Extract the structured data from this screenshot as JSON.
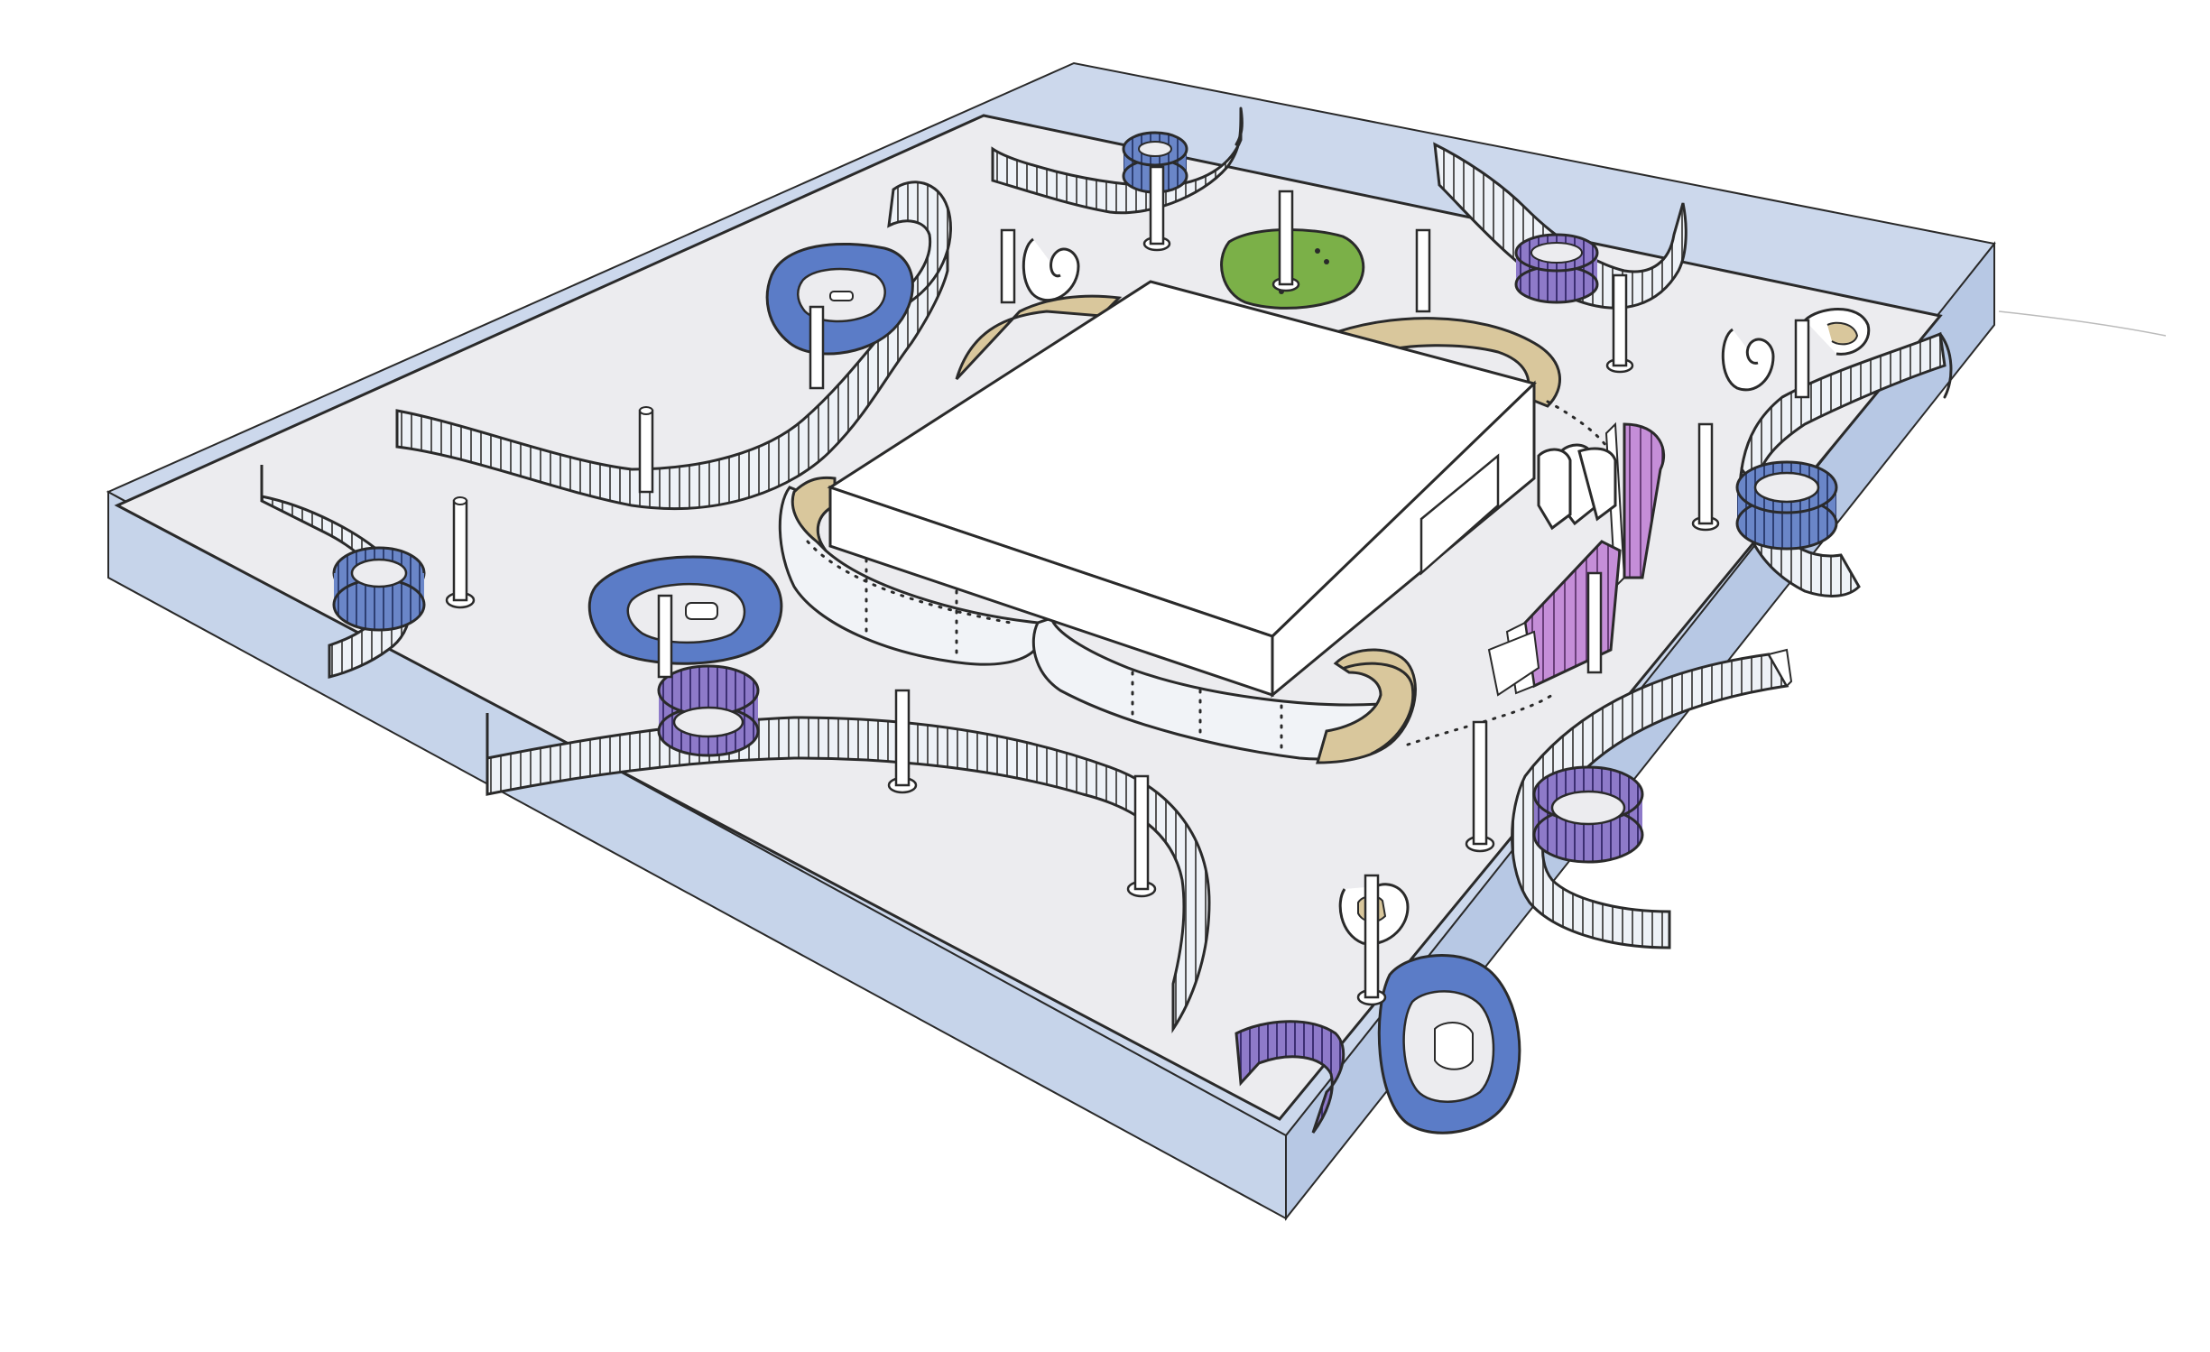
{
  "drawing": {
    "colors": {
      "slab_edge": "#c9d6ea",
      "slab_top": "#ececef",
      "central_block": "#ffffff",
      "seat_blue": "#5b7cc7",
      "seat_purple": "#8a72c4",
      "screen_purple": "#c98fd6",
      "green_rug": "#7bb048",
      "tan_bench": "#d9c79c",
      "ribbon": "#f0f3f7",
      "ink": "#2a2a2a"
    },
    "elements": [
      "slab",
      "central-block",
      "wrap-bench",
      "ribbon-walls",
      "ring-seats",
      "pod-seats",
      "posts",
      "green-rug",
      "purple-screens",
      "hook-chairs"
    ]
  }
}
